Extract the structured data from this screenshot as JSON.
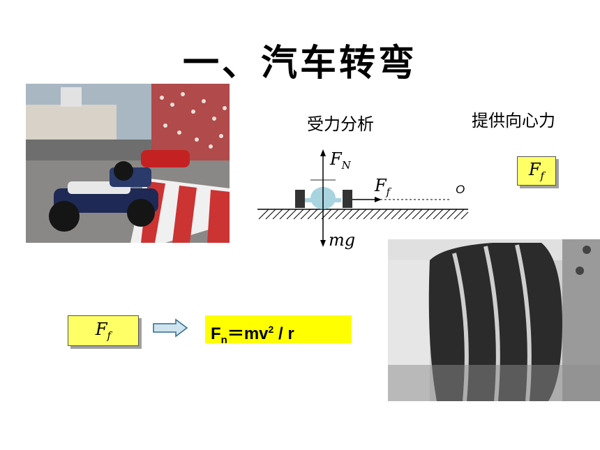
{
  "slide": {
    "title": "一、汽车转弯",
    "analysis_label": "受力分析",
    "provides_label": "提供向心力",
    "answer_force": {
      "symbol": "F",
      "subscript": "f"
    },
    "left_force": {
      "symbol": "F",
      "subscript": "f"
    },
    "formula": {
      "lhs": "F",
      "lhs_sub": "n",
      "equals": "＝",
      "rhs_a": "mv",
      "rhs_sup": "2",
      "rhs_b": " / r"
    }
  },
  "diagram": {
    "normal_force": {
      "symbol": "F",
      "subscript": "N"
    },
    "friction_force": {
      "symbol": "F",
      "subscript": "f"
    },
    "weight": "mg",
    "center_label": "O"
  },
  "colors": {
    "box_fill": "#ffff66",
    "formula_fill": "#ffff00",
    "car_body": "#a8d4e0",
    "wheel": "#333333"
  },
  "images": {
    "race_photo": "racing-car-photo",
    "tire_photo": "tire-deformation-photo"
  }
}
